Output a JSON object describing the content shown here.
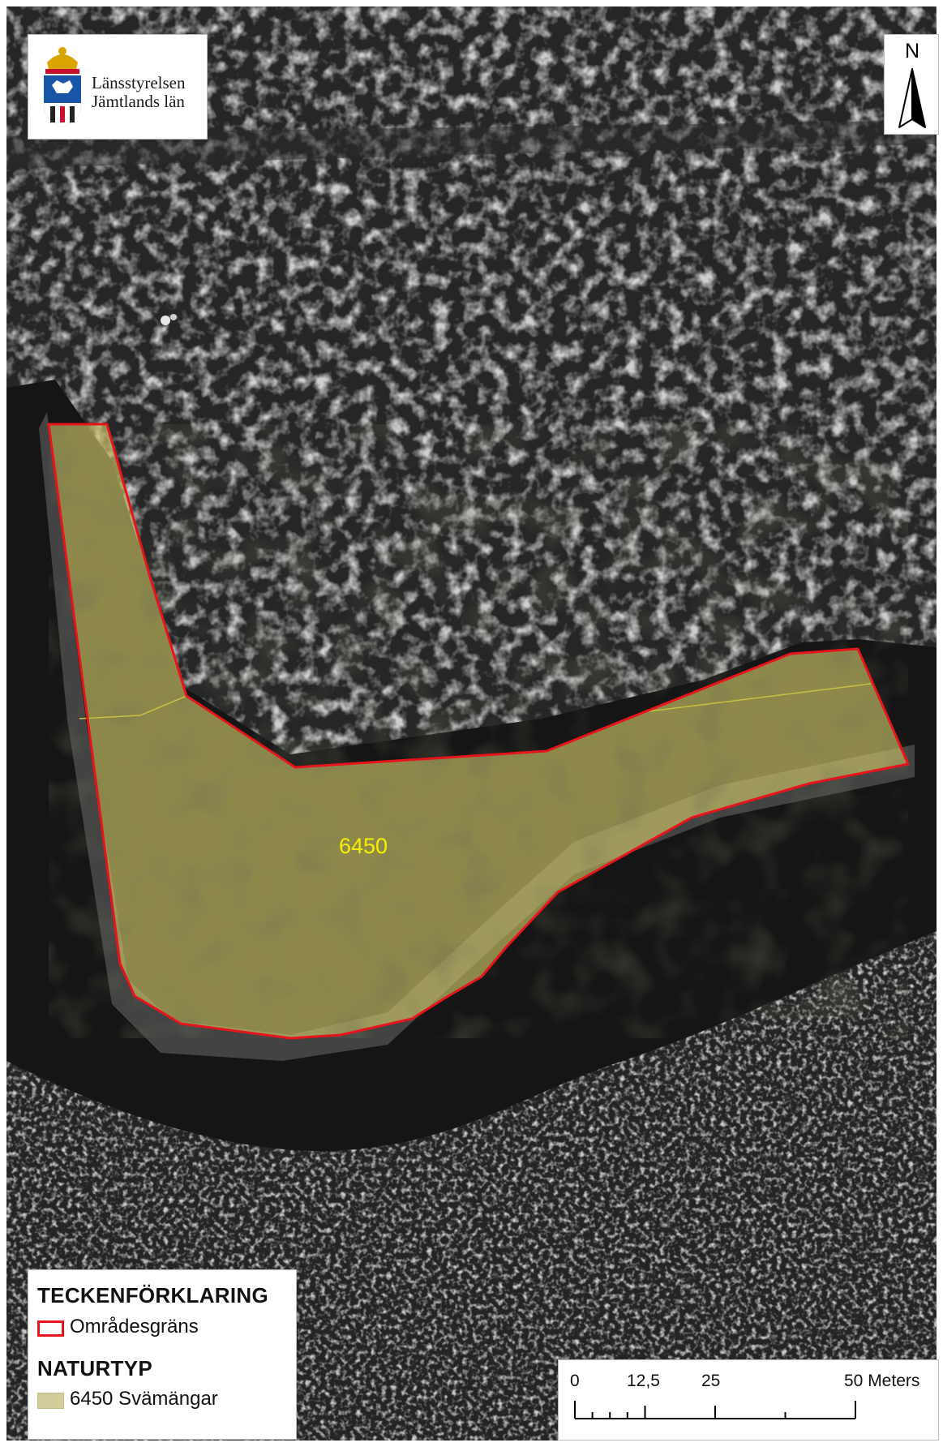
{
  "logo": {
    "line1": "Länsstyrelsen",
    "line2": "Jämtlands län"
  },
  "north_arrow": {
    "letter": "N"
  },
  "area": {
    "label": "6450",
    "fill_color": "#d8d06a",
    "boundary_color": "#e8141c",
    "inner_line_color": "#c8c040"
  },
  "legend": {
    "heading": "TECKENFÖRKLARING",
    "boundary_label": "Områdesgräns",
    "nature_heading": "NATURTYP",
    "nature_label": "6450 Svämängar"
  },
  "scale": {
    "ticks": [
      "0",
      "12,5",
      "25"
    ],
    "end_label": "50 Meters"
  }
}
